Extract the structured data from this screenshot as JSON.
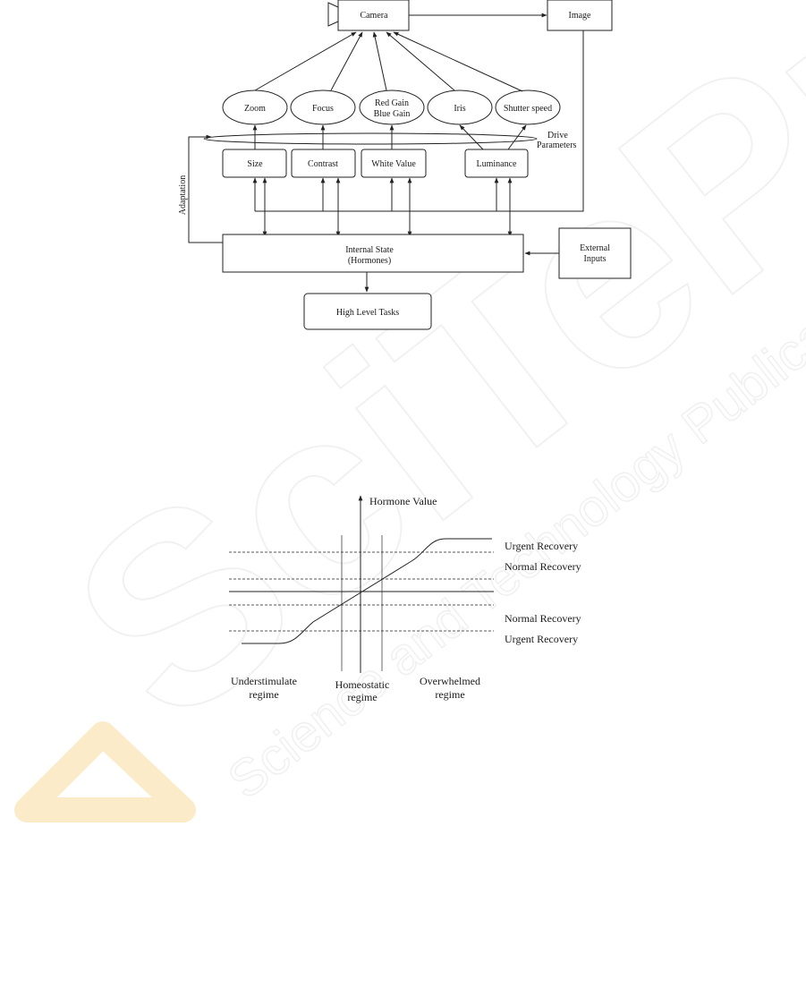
{
  "diagram": {
    "nodes": {
      "camera": "Camera",
      "image": "Image",
      "zoom": "Zoom",
      "focus": "Focus",
      "red_gain": "Red Gain",
      "blue_gain": "Blue Gain",
      "iris": "Iris",
      "shutter": "Shutter speed",
      "drive_1": "Drive",
      "drive_2": "Parameters",
      "size": "Size",
      "contrast": "Contrast",
      "white_value": "White Value",
      "luminance": "Luminance",
      "adaptation": "Adaptation",
      "internal_1": "Internal State",
      "internal_2": "(Hormones)",
      "external_1": "External",
      "external_2": "Inputs",
      "high_level": "High Level Tasks"
    }
  },
  "regime_chart": {
    "axis_label": "Hormone Value",
    "right_labels": [
      "Urgent Recovery",
      "Normal Recovery",
      "Normal Recovery",
      "Urgent Recovery"
    ],
    "regimes": [
      {
        "line1": "Understimulate",
        "line2": "regime"
      },
      {
        "line1": "Homeostatic",
        "line2": "regime"
      },
      {
        "line1": "Overwhelmed",
        "line2": "regime"
      }
    ]
  },
  "watermark": {
    "big": "SciTePress",
    "small": "Science and Technology Publications",
    "color": "#f2f2f2",
    "accent": "#fbe9c3"
  }
}
